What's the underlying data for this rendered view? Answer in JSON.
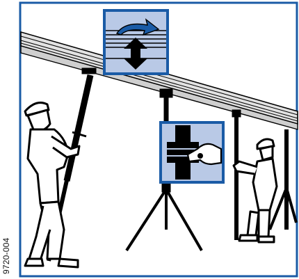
{
  "figure": {
    "code": "9720-004",
    "colors": {
      "frame": "#1a5ba6",
      "inset_fill": "#b9c9e6",
      "arrow": "#1a5ba6",
      "line": "#000000",
      "beam": "#d9d9d9"
    },
    "insets": [
      {
        "name": "rotate-adjust-inset",
        "icon": "rotate-arrow-icon"
      },
      {
        "name": "prop-pin-inset",
        "icon": "hand-pin-icon"
      }
    ]
  }
}
